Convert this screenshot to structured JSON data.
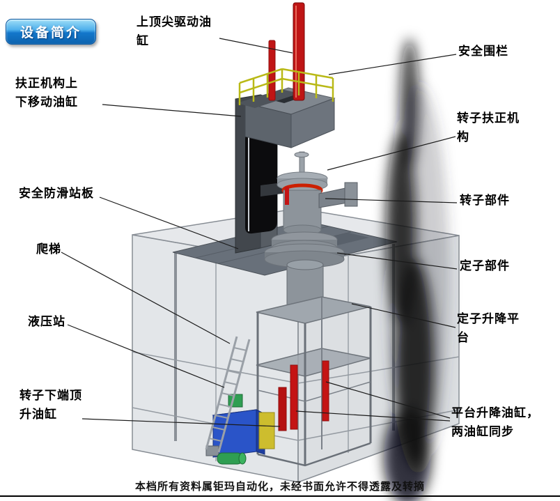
{
  "badge": {
    "label": "设备简介"
  },
  "footer": {
    "text": "本档所有资料属钜玛自动化，未经书面允许不得透露及转摘"
  },
  "labels": [
    {
      "name": "top-spindle-drive-cylinder",
      "text": "上顶尖驱动油\n缸"
    },
    {
      "name": "safety-fence",
      "text": "安全围栏"
    },
    {
      "name": "righting-mechanism-move-cylinder",
      "text": "扶正机构上\n下移动油缸"
    },
    {
      "name": "rotor-righting-mechanism",
      "text": "转子扶正机\n构"
    },
    {
      "name": "anti-slip-standing-plate",
      "text": "安全防滑站板"
    },
    {
      "name": "rotor-component",
      "text": "转子部件"
    },
    {
      "name": "ladder",
      "text": "爬梯"
    },
    {
      "name": "stator-component",
      "text": "定子部件"
    },
    {
      "name": "hydraulic-station",
      "text": "液压站"
    },
    {
      "name": "stator-lifting-platform",
      "text": "定子升降平\n台"
    },
    {
      "name": "rotor-bottom-jacking-cylinder",
      "text": "转子下端顶\n升油缸"
    },
    {
      "name": "platform-lifting-cylinders",
      "text": "平台升降油缸，\n两油缸同步"
    }
  ]
}
